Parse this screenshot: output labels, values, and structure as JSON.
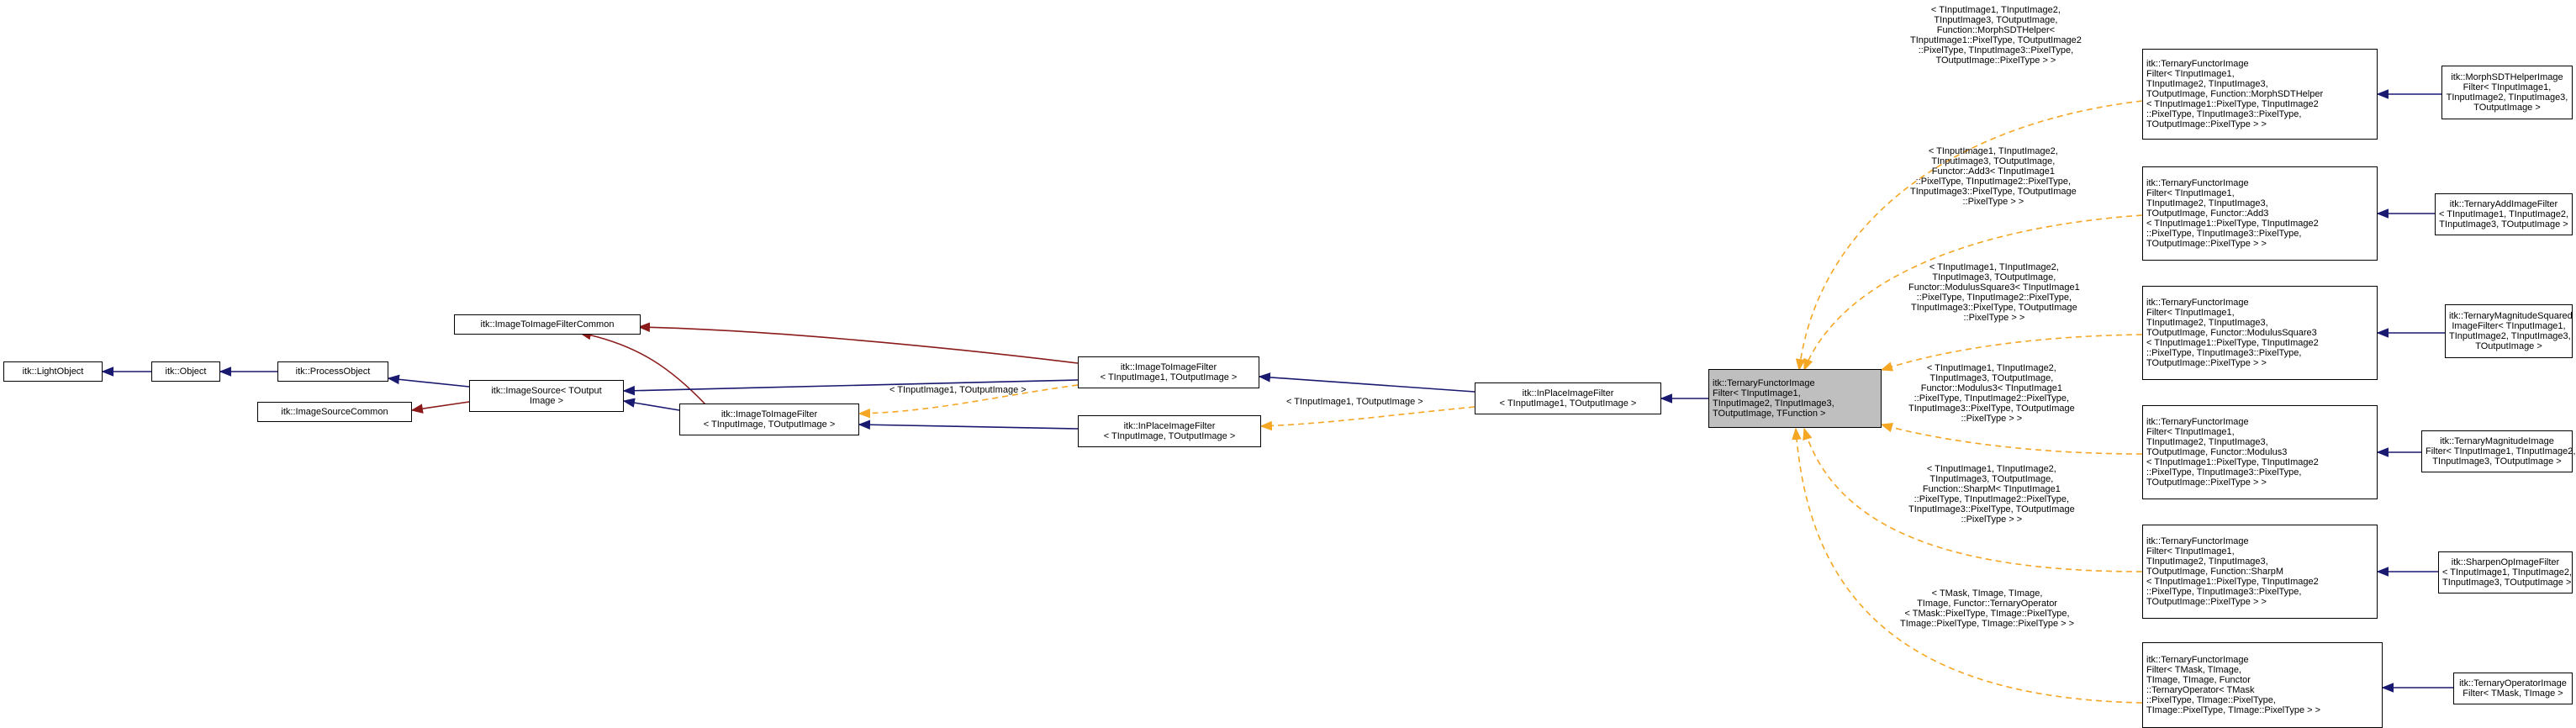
{
  "nodes": {
    "lightobject": [
      "itk::LightObject"
    ],
    "object": [
      "itk::Object"
    ],
    "processobject": [
      "itk::ProcessObject"
    ],
    "imagesourcecommon": [
      "itk::ImageSourceCommon"
    ],
    "imagesource": [
      "itk::ImageSource< TOutput",
      "Image >"
    ],
    "imagetoimagefiltercommon": [
      "itk::ImageToImageFilterCommon"
    ],
    "imagetoimagefilter_generic": [
      "itk::ImageToImageFilter",
      "< TInputImage, TOutputImage >"
    ],
    "imagetoimagefilter_t1": [
      "itk::ImageToImageFilter",
      "< TInputImage1, TOutputImage >"
    ],
    "inplace_generic": [
      "itk::InPlaceImageFilter",
      "< TInputImage, TOutputImage >"
    ],
    "inplace_t1": [
      "itk::InPlaceImageFilter",
      "< TInputImage1, TOutputImage >"
    ],
    "ternary_focus": [
      "itk::TernaryFunctorImage",
      "Filter< TInputImage1,",
      "TInputImage2, TInputImage3,",
      "TOutputImage, TFunction >"
    ],
    "t_morph": [
      "itk::TernaryFunctorImage",
      "Filter< TInputImage1,",
      "TInputImage2, TInputImage3,",
      "TOutputImage, Function::MorphSDTHelper",
      "< TInputImage1::PixelType, TInputImage2",
      "::PixelType, TInputImage3::PixelType,",
      "TOutputImage::PixelType > >"
    ],
    "t_add3": [
      "itk::TernaryFunctorImage",
      "Filter< TInputImage1,",
      "TInputImage2, TInputImage3,",
      "TOutputImage, Functor::Add3",
      "< TInputImage1::PixelType, TInputImage2",
      "::PixelType, TInputImage3::PixelType,",
      "TOutputImage::PixelType > >"
    ],
    "t_modsq": [
      "itk::TernaryFunctorImage",
      "Filter< TInputImage1,",
      "TInputImage2, TInputImage3,",
      "TOutputImage, Functor::ModulusSquare3",
      "< TInputImage1::PixelType, TInputImage2",
      "::PixelType, TInputImage3::PixelType,",
      "TOutputImage::PixelType > >"
    ],
    "t_mod3": [
      "itk::TernaryFunctorImage",
      "Filter< TInputImage1,",
      "TInputImage2, TInputImage3,",
      "TOutputImage, Functor::Modulus3",
      "< TInputImage1::PixelType, TInputImage2",
      "::PixelType, TInputImage3::PixelType,",
      "TOutputImage::PixelType > >"
    ],
    "t_sharp": [
      "itk::TernaryFunctorImage",
      "Filter< TInputImage1,",
      "TInputImage2, TInputImage3,",
      "TOutputImage, Function::SharpM",
      "< TInputImage1::PixelType, TInputImage2",
      "::PixelType, TInputImage3::PixelType,",
      "TOutputImage::PixelType > >"
    ],
    "t_op": [
      "itk::TernaryFunctorImage",
      "Filter< TMask, TImage,",
      "TImage, TImage, Functor",
      "::TernaryOperator< TMask",
      "::PixelType, TImage::PixelType,",
      "TImage::PixelType, TImage::PixelType > >"
    ],
    "morphhelper": [
      "itk::MorphSDTHelperImage",
      "Filter< TInputImage1,",
      "TInputImage2, TInputImage3,",
      "TOutputImage >"
    ],
    "addfilter": [
      "itk::TernaryAddImageFilter",
      "< TInputImage1, TInputImage2,",
      "TInputImage3, TOutputImage >"
    ],
    "magsq": [
      "itk::TernaryMagnitudeSquared",
      "ImageFilter< TInputImage1,",
      "TInputImage2, TInputImage3,",
      "TOutputImage >"
    ],
    "magnitude": [
      "itk::TernaryMagnitudeImage",
      "Filter< TInputImage1, TInputImage2,",
      "TInputImage3, TOutputImage >"
    ],
    "sharpen": [
      "itk::SharpenOpImageFilter",
      "< TInputImage1, TInputImage2,",
      "TInputImage3, TOutputImage >"
    ],
    "ternaryop": [
      "itk::TernaryOperatorImage",
      "Filter< TMask, TImage >"
    ]
  },
  "edge_labels": {
    "inplace_bind": [
      "< TInputImage1, TOutputImage >"
    ],
    "itif_bind": [
      "< TInputImage1, TOutputImage >"
    ],
    "morph": [
      "< TInputImage1, TInputImage2,",
      "TInputImage3, TOutputImage,",
      "Function::MorphSDTHelper<",
      "TInputImage1::PixelType, TOutputImage2",
      "::PixelType, TInputImage3::PixelType,",
      "TOutputImage::PixelType > >"
    ],
    "add3": [
      "< TInputImage1, TInputImage2,",
      "TInputImage3, TOutputImage,",
      "Functor::Add3< TInputImage1",
      "::PixelType, TInputImage2::PixelType,",
      "TInputImage3::PixelType, TOutputImage",
      "::PixelType > >"
    ],
    "modsq": [
      "< TInputImage1, TInputImage2,",
      "TInputImage3, TOutputImage,",
      "Functor::ModulusSquare3< TInputImage1",
      "::PixelType, TInputImage2::PixelType,",
      "TInputImage3::PixelType, TOutputImage",
      "::PixelType > >"
    ],
    "mod3": [
      "< TInputImage1, TInputImage2,",
      "TInputImage3, TOutputImage,",
      "Functor::Modulus3< TInputImage1",
      "::PixelType, TInputImage2::PixelType,",
      "TInputImage3::PixelType, TOutputImage",
      "::PixelType > >"
    ],
    "sharp": [
      "< TInputImage1, TInputImage2,",
      "TInputImage3, TOutputImage,",
      "Function::SharpM< TInputImage1",
      "::PixelType, TInputImage2::PixelType,",
      "TInputImage3::PixelType, TOutputImage",
      "::PixelType > >"
    ],
    "op": [
      "< TMask, TImage, TImage,",
      "TImage, Functor::TernaryOperator",
      "< TMask::PixelType, TImage::PixelType,",
      "TImage::PixelType, TImage::PixelType > >"
    ]
  },
  "colors": {
    "inheritance": "#191970",
    "usage": "#8b1a1a",
    "template": "#f5a623",
    "focus_fill": "#bfbfbf"
  }
}
